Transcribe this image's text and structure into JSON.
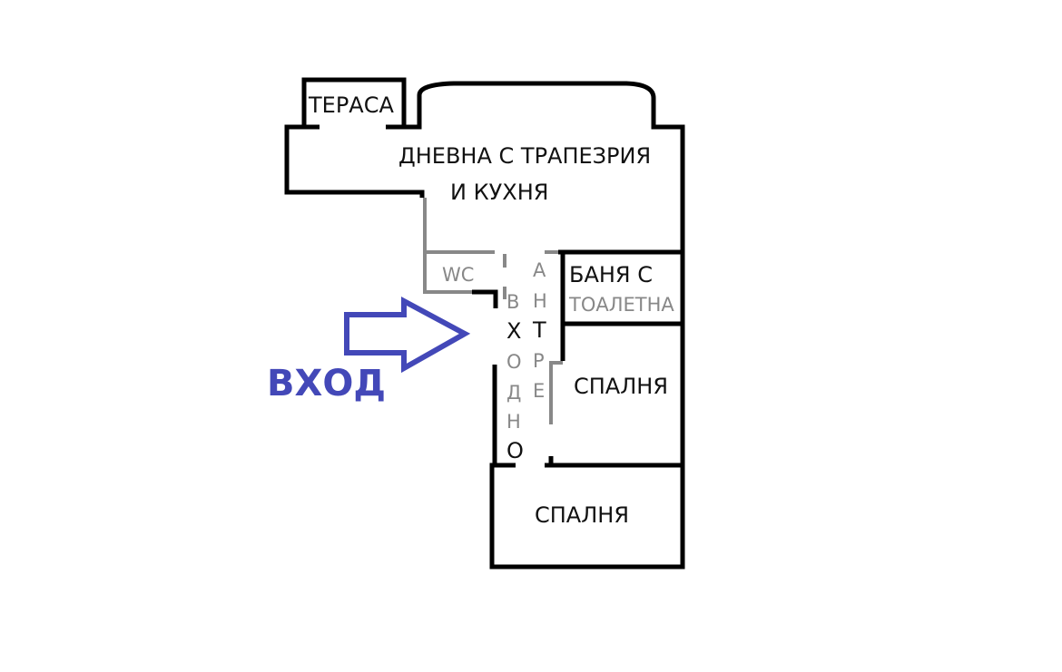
{
  "rooms": {
    "terrace": "ТЕРАСА",
    "living_line1": "ДНЕВНА С ТРАПЕЗРИЯ",
    "living_line2": "И КУХНЯ",
    "wc": "WC",
    "bath_line1": "БАНЯ С",
    "bath_line2": "ТОАЛЕТНА",
    "bedroom1": "СПАЛНЯ",
    "bedroom2": "СПАЛНЯ",
    "entrance_hall": [
      "В",
      "Х",
      "О",
      "Д",
      "Н",
      "О"
    ],
    "anteroom": [
      "А",
      "Н",
      "Т",
      "Р",
      "Е"
    ]
  },
  "entrance": {
    "label": "ВХОД",
    "color": "#4348b8"
  }
}
